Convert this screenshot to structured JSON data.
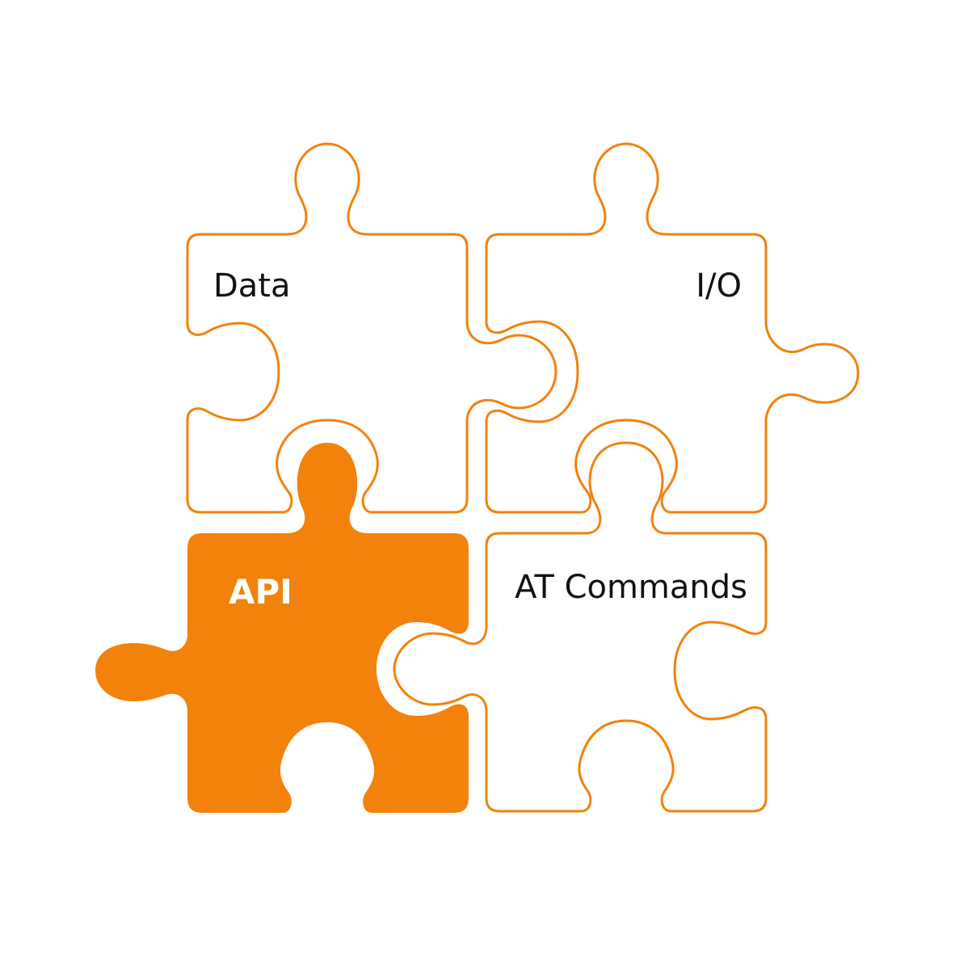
{
  "colors": {
    "accent": "#f2820c",
    "background": "#ffffff",
    "text": "#111111",
    "text_on_accent": "#ffffff"
  },
  "pieces": {
    "data": {
      "label": "Data",
      "style": "outline"
    },
    "io": {
      "label": "I/O",
      "style": "outline"
    },
    "api": {
      "label": "API",
      "style": "filled"
    },
    "at_commands": {
      "label": "AT Commands",
      "style": "outline"
    }
  }
}
